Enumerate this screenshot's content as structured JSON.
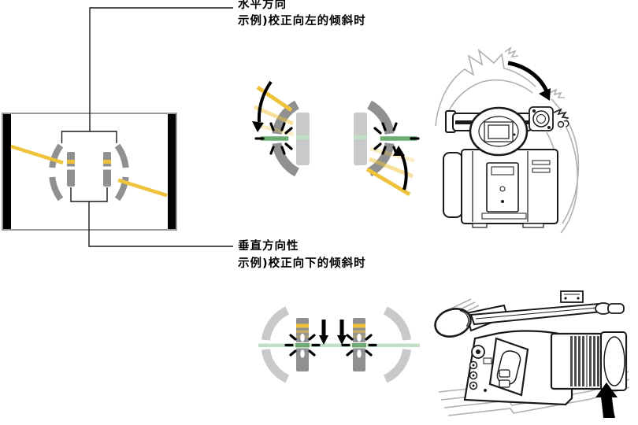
{
  "labels": {
    "horizontal_title": "水平方向",
    "horizontal_example": "示例)校正向左的倾斜时",
    "vertical_title": "垂直方向性",
    "vertical_example": "示例)校正向下的倾斜时"
  },
  "colors": {
    "marker_yellow": "#EFC23C",
    "level_green": "#6CAB72",
    "level_green_dim": "#C2DFC4",
    "gauge_gray": "#8F9091",
    "gauge_gray_dim": "#C9C9C9",
    "screen_side_bars": "#000000",
    "callout_line": "#1a1a1a",
    "ghost_outline": "#B0B0B0"
  },
  "icons": {
    "screen": "level-gauge-screen",
    "horizontal_left": "horizontal-gauge-blink-left-icon",
    "horizontal_right": "horizontal-gauge-blink-right-icon",
    "vertical": "vertical-gauge-blink-icon",
    "camcorder_rear": "camcorder-rear-view",
    "camcorder_side": "camcorder-side-view",
    "arrow_rotate": "rotate-clockwise-arrow-icon",
    "arrow_up": "tilt-up-arrow-icon",
    "arrows_down": "down-arrows-icon"
  }
}
